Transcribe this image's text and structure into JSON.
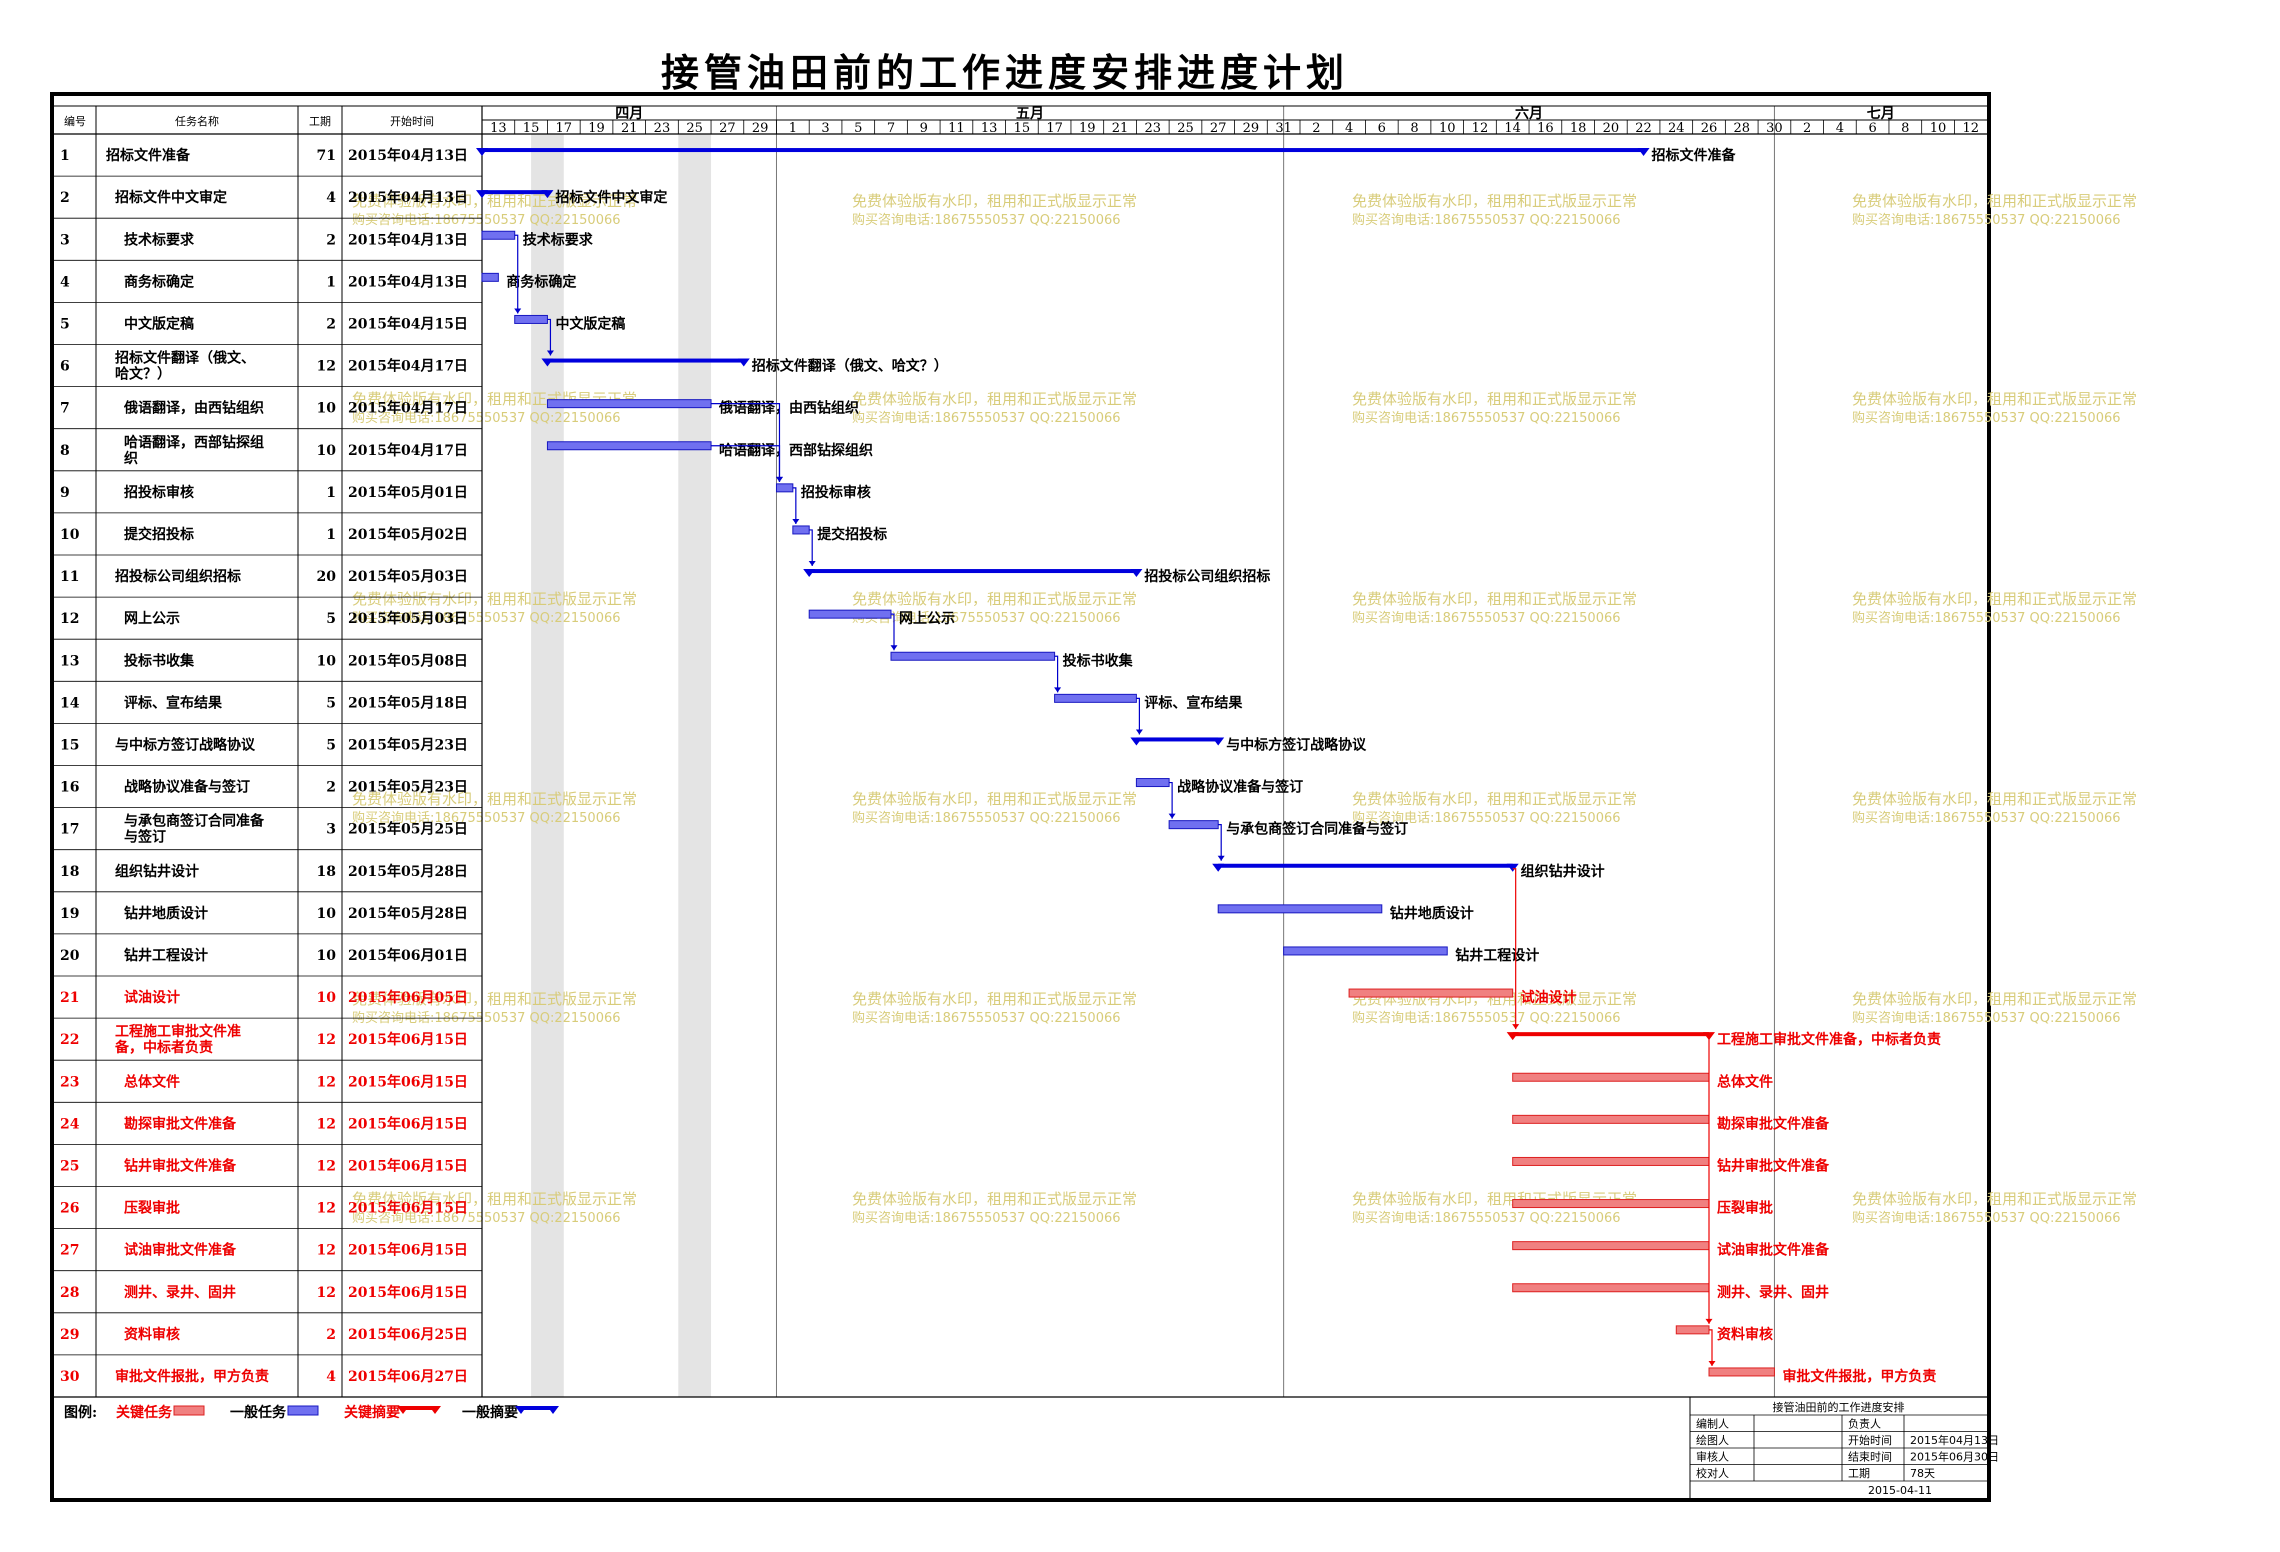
{
  "title": "接管油田前的工作进度安排进度计划",
  "headers": {
    "id": "编号",
    "name": "任务名称",
    "dur": "工期",
    "start": "开始时间"
  },
  "timeline": {
    "start_date": "2015-04-13",
    "months": [
      {
        "label": "四月",
        "start": "2015-04-13",
        "end": "2015-04-30"
      },
      {
        "label": "五月",
        "start": "2015-05-01",
        "end": "2015-05-31"
      },
      {
        "label": "六月",
        "start": "2015-06-01",
        "end": "2015-06-30"
      },
      {
        "label": "七月",
        "start": "2015-07-01",
        "end": "2015-07-13"
      }
    ],
    "day_labels": [
      "13",
      "15",
      "17",
      "19",
      "21",
      "23",
      "25",
      "27",
      "29",
      "1",
      "3",
      "5",
      "7",
      "9",
      "11",
      "13",
      "15",
      "17",
      "19",
      "21",
      "23",
      "25",
      "27",
      "29",
      "31",
      "2",
      "4",
      "6",
      "8",
      "10",
      "12",
      "14",
      "16",
      "18",
      "20",
      "22",
      "24",
      "26",
      "28",
      "30",
      "2",
      "4",
      "6",
      "8",
      "10",
      "12"
    ],
    "weekend_bands": [
      "2015-04-16",
      "2015-04-25"
    ]
  },
  "chart_data": {
    "type": "gantt",
    "title": "接管油田前的工作进度安排进度计划",
    "tasks": [
      {
        "id": "1",
        "name": "招标文件准备",
        "indent": 0,
        "duration": 71,
        "start": "2015年04月13日",
        "start_date": "2015-04-13",
        "kind": "summary",
        "critical": false,
        "label": "招标文件准备"
      },
      {
        "id": "2",
        "name": "招标文件中文审定",
        "indent": 1,
        "duration": 4,
        "start": "2015年04月13日",
        "start_date": "2015-04-13",
        "kind": "summary",
        "critical": false,
        "label": "招标文件中文审定"
      },
      {
        "id": "3",
        "name": "技术标要求",
        "indent": 2,
        "duration": 2,
        "start": "2015年04月13日",
        "start_date": "2015-04-13",
        "kind": "task",
        "critical": false,
        "label": "技术标要求"
      },
      {
        "id": "4",
        "name": "商务标确定",
        "indent": 2,
        "duration": 1,
        "start": "2015年04月13日",
        "start_date": "2015-04-13",
        "kind": "task",
        "critical": false,
        "label": "商务标确定"
      },
      {
        "id": "5",
        "name": "中文版定稿",
        "indent": 2,
        "duration": 2,
        "start": "2015年04月15日",
        "start_date": "2015-04-15",
        "kind": "task",
        "critical": false,
        "label": "中文版定稿"
      },
      {
        "id": "6",
        "name": "招标文件翻译（俄文、哈文？）",
        "name_lines": [
          "招标文件翻译（俄文、",
          "哈文？）"
        ],
        "indent": 1,
        "duration": 12,
        "start": "2015年04月17日",
        "start_date": "2015-04-17",
        "kind": "summary",
        "critical": false,
        "label": "招标文件翻译（俄文、哈文？）"
      },
      {
        "id": "7",
        "name": "俄语翻译，由西钻组织",
        "indent": 2,
        "duration": 10,
        "start": "2015年04月17日",
        "start_date": "2015-04-17",
        "kind": "task",
        "critical": false,
        "label": "俄语翻译，由西钻组织"
      },
      {
        "id": "8",
        "name": "哈语翻译，西部钻探组织",
        "name_lines": [
          "哈语翻译，西部钻探组",
          "织"
        ],
        "indent": 2,
        "duration": 10,
        "start": "2015年04月17日",
        "start_date": "2015-04-17",
        "kind": "task",
        "critical": false,
        "label": "哈语翻译，西部钻探组织"
      },
      {
        "id": "9",
        "name": "招投标审核",
        "indent": 2,
        "duration": 1,
        "start": "2015年05月01日",
        "start_date": "2015-05-01",
        "kind": "task",
        "critical": false,
        "label": "招投标审核"
      },
      {
        "id": "10",
        "name": "提交招投标",
        "indent": 2,
        "duration": 1,
        "start": "2015年05月02日",
        "start_date": "2015-05-02",
        "kind": "task",
        "critical": false,
        "label": "提交招投标"
      },
      {
        "id": "11",
        "name": "招投标公司组织招标",
        "indent": 1,
        "duration": 20,
        "start": "2015年05月03日",
        "start_date": "2015-05-03",
        "kind": "summary",
        "critical": false,
        "label": "招投标公司组织招标"
      },
      {
        "id": "12",
        "name": "网上公示",
        "indent": 2,
        "duration": 5,
        "start": "2015年05月03日",
        "start_date": "2015-05-03",
        "kind": "task",
        "critical": false,
        "label": "网上公示"
      },
      {
        "id": "13",
        "name": "投标书收集",
        "indent": 2,
        "duration": 10,
        "start": "2015年05月08日",
        "start_date": "2015-05-08",
        "kind": "task",
        "critical": false,
        "label": "投标书收集"
      },
      {
        "id": "14",
        "name": "评标、宣布结果",
        "indent": 2,
        "duration": 5,
        "start": "2015年05月18日",
        "start_date": "2015-05-18",
        "kind": "task",
        "critical": false,
        "label": "评标、宣布结果"
      },
      {
        "id": "15",
        "name": "与中标方签订战略协议",
        "indent": 1,
        "duration": 5,
        "start": "2015年05月23日",
        "start_date": "2015-05-23",
        "kind": "summary",
        "critical": false,
        "label": "与中标方签订战略协议"
      },
      {
        "id": "16",
        "name": "战略协议准备与签订",
        "indent": 2,
        "duration": 2,
        "start": "2015年05月23日",
        "start_date": "2015-05-23",
        "kind": "task",
        "critical": false,
        "label": "战略协议准备与签订"
      },
      {
        "id": "17",
        "name": "与承包商签订合同准备与签订",
        "name_lines": [
          "与承包商签订合同准备",
          "与签订"
        ],
        "indent": 2,
        "duration": 3,
        "start": "2015年05月25日",
        "start_date": "2015-05-25",
        "kind": "task",
        "critical": false,
        "label": "与承包商签订合同准备与签订"
      },
      {
        "id": "18",
        "name": "组织钻井设计",
        "indent": 1,
        "duration": 18,
        "start": "2015年05月28日",
        "start_date": "2015-05-28",
        "kind": "summary",
        "critical": false,
        "label": "组织钻井设计"
      },
      {
        "id": "19",
        "name": "钻井地质设计",
        "indent": 2,
        "duration": 10,
        "start": "2015年05月28日",
        "start_date": "2015-05-28",
        "kind": "task",
        "critical": false,
        "label": "钻井地质设计"
      },
      {
        "id": "20",
        "name": "钻井工程设计",
        "indent": 2,
        "duration": 10,
        "start": "2015年06月01日",
        "start_date": "2015-06-01",
        "kind": "task",
        "critical": false,
        "label": "钻井工程设计"
      },
      {
        "id": "21",
        "name": "试油设计",
        "indent": 2,
        "duration": 10,
        "start": "2015年06月05日",
        "start_date": "2015-06-05",
        "kind": "task",
        "critical": true,
        "label": "试油设计"
      },
      {
        "id": "22",
        "name": "工程施工审批文件准备，中标者负责",
        "name_lines": [
          "工程施工审批文件准",
          "备，中标者负责"
        ],
        "indent": 1,
        "duration": 12,
        "start": "2015年06月15日",
        "start_date": "2015-06-15",
        "kind": "summary",
        "critical": true,
        "label": "工程施工审批文件准备，中标者负责"
      },
      {
        "id": "23",
        "name": "总体文件",
        "indent": 2,
        "duration": 12,
        "start": "2015年06月15日",
        "start_date": "2015-06-15",
        "kind": "task",
        "critical": true,
        "label": "总体文件"
      },
      {
        "id": "24",
        "name": "勘探审批文件准备",
        "indent": 2,
        "duration": 12,
        "start": "2015年06月15日",
        "start_date": "2015-06-15",
        "kind": "task",
        "critical": true,
        "label": "勘探审批文件准备"
      },
      {
        "id": "25",
        "name": "钻井审批文件准备",
        "indent": 2,
        "duration": 12,
        "start": "2015年06月15日",
        "start_date": "2015-06-15",
        "kind": "task",
        "critical": true,
        "label": "钻井审批文件准备"
      },
      {
        "id": "26",
        "name": "压裂审批",
        "indent": 2,
        "duration": 12,
        "start": "2015年06月15日",
        "start_date": "2015-06-15",
        "kind": "task",
        "critical": true,
        "label": "压裂审批"
      },
      {
        "id": "27",
        "name": "试油审批文件准备",
        "indent": 2,
        "duration": 12,
        "start": "2015年06月15日",
        "start_date": "2015-06-15",
        "kind": "task",
        "critical": true,
        "label": "试油审批文件准备"
      },
      {
        "id": "28",
        "name": "测井、录井、固井",
        "indent": 2,
        "duration": 12,
        "start": "2015年06月15日",
        "start_date": "2015-06-15",
        "kind": "task",
        "critical": true,
        "label": "测井、录井、固井"
      },
      {
        "id": "29",
        "name": "资料审核",
        "indent": 2,
        "duration": 2,
        "start": "2015年06月25日",
        "start_date": "2015-06-25",
        "kind": "task",
        "critical": true,
        "label": "资料审核"
      },
      {
        "id": "30",
        "name": "审批文件报批，甲方负责",
        "indent": 1,
        "duration": 4,
        "start": "2015年06月27日",
        "start_date": "2015-06-27",
        "kind": "task",
        "critical": true,
        "label": "审批文件报批，甲方负责"
      }
    ],
    "links": [
      [
        "3",
        "5"
      ],
      [
        "5",
        "6"
      ],
      [
        "7",
        "9"
      ],
      [
        "8",
        "9"
      ],
      [
        "9",
        "10"
      ],
      [
        "10",
        "11"
      ],
      [
        "12",
        "13"
      ],
      [
        "13",
        "14"
      ],
      [
        "14",
        "15"
      ],
      [
        "16",
        "17"
      ],
      [
        "17",
        "18"
      ],
      [
        "18",
        "22"
      ],
      [
        "22",
        "29"
      ],
      [
        "29",
        "30"
      ]
    ]
  },
  "legend": {
    "title": "图例:",
    "items": [
      {
        "label": "关键任务",
        "type": "critical-task"
      },
      {
        "label": "一般任务",
        "type": "normal-task"
      },
      {
        "label": "关键摘要",
        "type": "critical-summary"
      },
      {
        "label": "一般摘要",
        "type": "normal-summary"
      }
    ]
  },
  "watermark": [
    "免费体验版有水印，租用和正式版显示正常",
    "购买咨询电话:18675550537 QQ:22150066"
  ],
  "info_box": {
    "title": "接管油田前的工作进度安排",
    "rows": [
      [
        "编制人",
        "",
        "负责人",
        ""
      ],
      [
        "绘图人",
        "",
        "开始时间",
        "2015年04月13日"
      ],
      [
        "审核人",
        "",
        "结束时间",
        "2015年06月30日"
      ],
      [
        "校对人",
        "",
        "工期",
        "78天"
      ]
    ],
    "footer": "2015-04-11"
  },
  "colors": {
    "normal_summary": "#0000dd",
    "normal_task_fill": "#7070f0",
    "normal_task_stroke": "#1818c0",
    "critical_summary": "#ee0000",
    "critical_task_fill": "#f08080",
    "critical_task_stroke": "#dd2020",
    "critical_text": "#ee0000",
    "weekend_band": "#e4e4e4",
    "watermark": "#d8cc7a",
    "link_normal": "#0000cc",
    "link_critical": "#ee0000"
  }
}
